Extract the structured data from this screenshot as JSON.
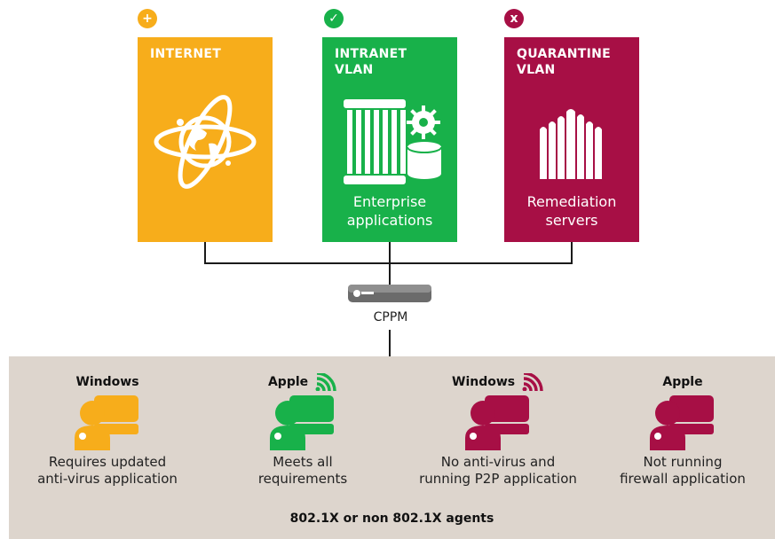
{
  "colors": {
    "internet": "#f7ad1b",
    "intranet": "#18b14a",
    "quarantine": "#a70f45",
    "panel": "#ddd5cd",
    "line": "#1a1a1a"
  },
  "zones": [
    {
      "id": "internet",
      "badge": "+",
      "badge_icon": "plus-icon",
      "title": "INTERNET",
      "caption": "",
      "icon": "globe-icon"
    },
    {
      "id": "intranet",
      "badge": "✓",
      "badge_icon": "check-icon",
      "title": "INTRANET\nVLAN",
      "caption": "Enterprise\napplications",
      "icon": "server-gear-database-icon"
    },
    {
      "id": "quarantine",
      "badge": "x",
      "badge_icon": "x-icon",
      "title": "QUARANTINE\nVLAN",
      "caption": "Remediation\nservers",
      "icon": "servers-icon"
    }
  ],
  "cppm": {
    "label": "CPPM",
    "icon": "appliance-icon"
  },
  "devices": [
    {
      "name": "Windows",
      "wireless": false,
      "status": "internet",
      "caption": "Requires updated\nanti-virus application"
    },
    {
      "name": "Apple",
      "wireless": true,
      "status": "intranet",
      "caption": "Meets all\nrequirements"
    },
    {
      "name": "Windows",
      "wireless": true,
      "status": "quarantine",
      "caption": "No anti-virus and\nrunning P2P application"
    },
    {
      "name": "Apple",
      "wireless": false,
      "status": "quarantine",
      "caption": "Not running\nfirewall application"
    }
  ],
  "footer": "802.1X or non 802.1X agents"
}
